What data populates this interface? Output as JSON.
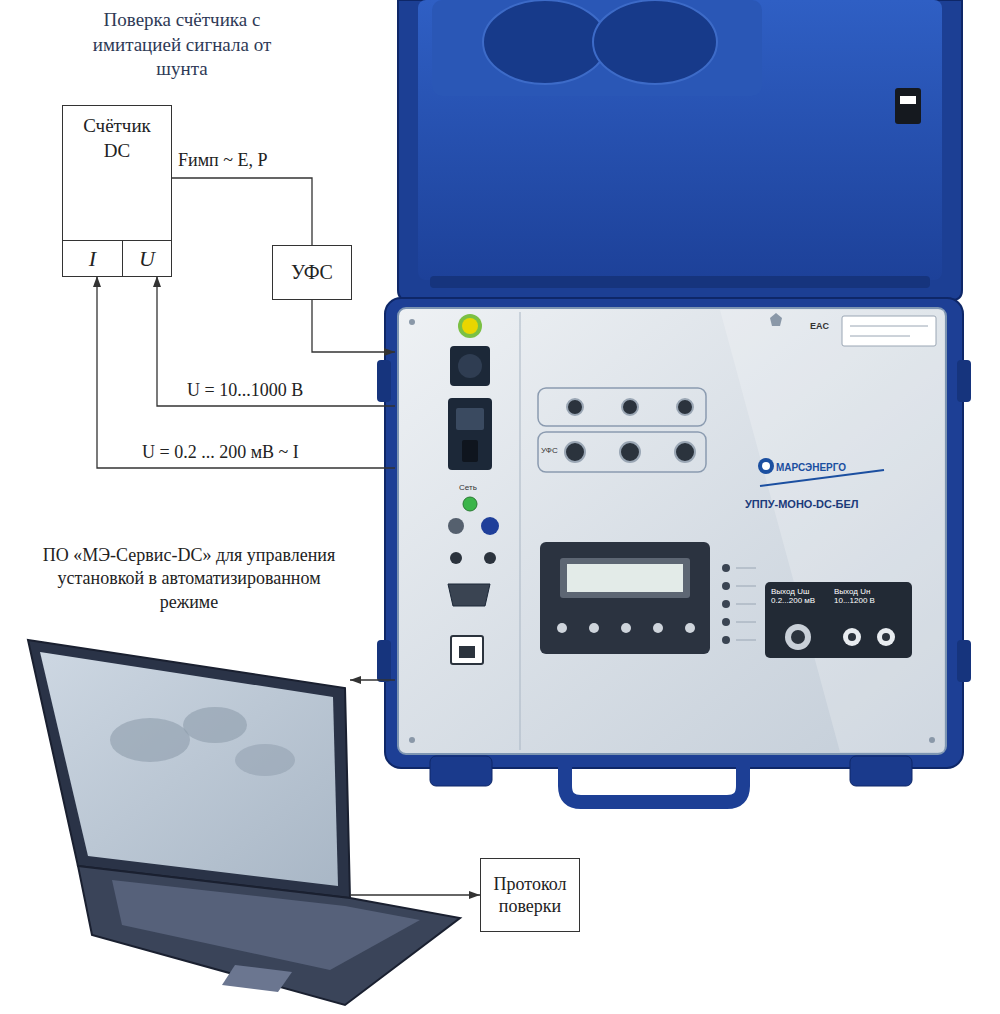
{
  "diagram": {
    "title": "Поверка счётчика с имитацией сигнала от шунта",
    "nodes": [
      {
        "text": [
          "Счётчик DC"
        ]
      },
      {
        "text": [
          "I"
        ],
        "in": 0
      },
      {
        "text": [
          "U"
        ],
        "in": 0
      },
      {
        "text": [
          "УФС"
        ]
      },
      {
        "text": [
          "УППУ-МОНО-DC-БЕЛ"
        ]
      },
      {
        "text": [
          "ПО «МЭ-Сервис-DC» для управления установкой в автоматизированном режиме"
        ]
      },
      {
        "text": [
          "Протокол поверки"
        ]
      }
    ],
    "edges": [
      {
        "from": 0,
        "to": 3,
        "arrow": "none",
        "label": "Fимп ~ E, P"
      },
      {
        "from": 3,
        "to": 4,
        "arrow": "to"
      },
      {
        "from": 4,
        "to": 2,
        "arrow": "to",
        "label": "U = 10...1000 В"
      },
      {
        "from": 4,
        "to": 1,
        "arrow": "to",
        "label": "U = 0.2 ... 200 мВ ~ I"
      },
      {
        "from": 4,
        "to": 5,
        "arrow": "to"
      },
      {
        "from": 5,
        "to": 6,
        "arrow": "to"
      }
    ],
    "labels": [
      "МАРСЭНЕРГО",
      "EAC",
      "Сеть",
      "УФС",
      "Выход Uш 0.2...200 мВ",
      "Выход Uн 10...1200 В"
    ]
  }
}
